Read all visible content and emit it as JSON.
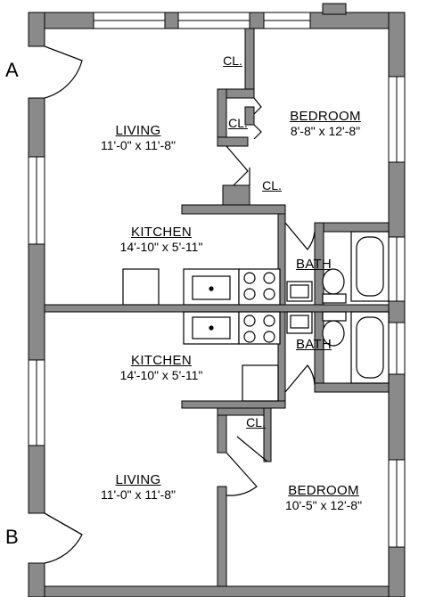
{
  "markers": {
    "a": "A",
    "b": "B"
  },
  "unit_a": {
    "living": {
      "name": "LIVING",
      "dims": "11'-0\" x 11'-8\""
    },
    "bedroom": {
      "name": "BEDROOM",
      "dims": "8'-8\" x 12'-8\""
    },
    "kitchen": {
      "name": "KITCHEN",
      "dims": "14'-10\" x 5'-11\""
    },
    "bath": {
      "name": "BATH"
    },
    "closets": [
      "CL.",
      "CL.",
      "CL."
    ]
  },
  "unit_b": {
    "kitchen": {
      "name": "KITCHEN",
      "dims": "14'-10\" x 5'-11\""
    },
    "bath": {
      "name": "BATH"
    },
    "living": {
      "name": "LIVING",
      "dims": "11'-0\" x 11'-8\""
    },
    "bedroom": {
      "name": "BEDROOM",
      "dims": "10'-5\" x 12'-8\""
    },
    "closets": [
      "CL."
    ]
  },
  "colors": {
    "wall": "#8a8a8a",
    "line": "#000000",
    "background": "#ffffff"
  }
}
